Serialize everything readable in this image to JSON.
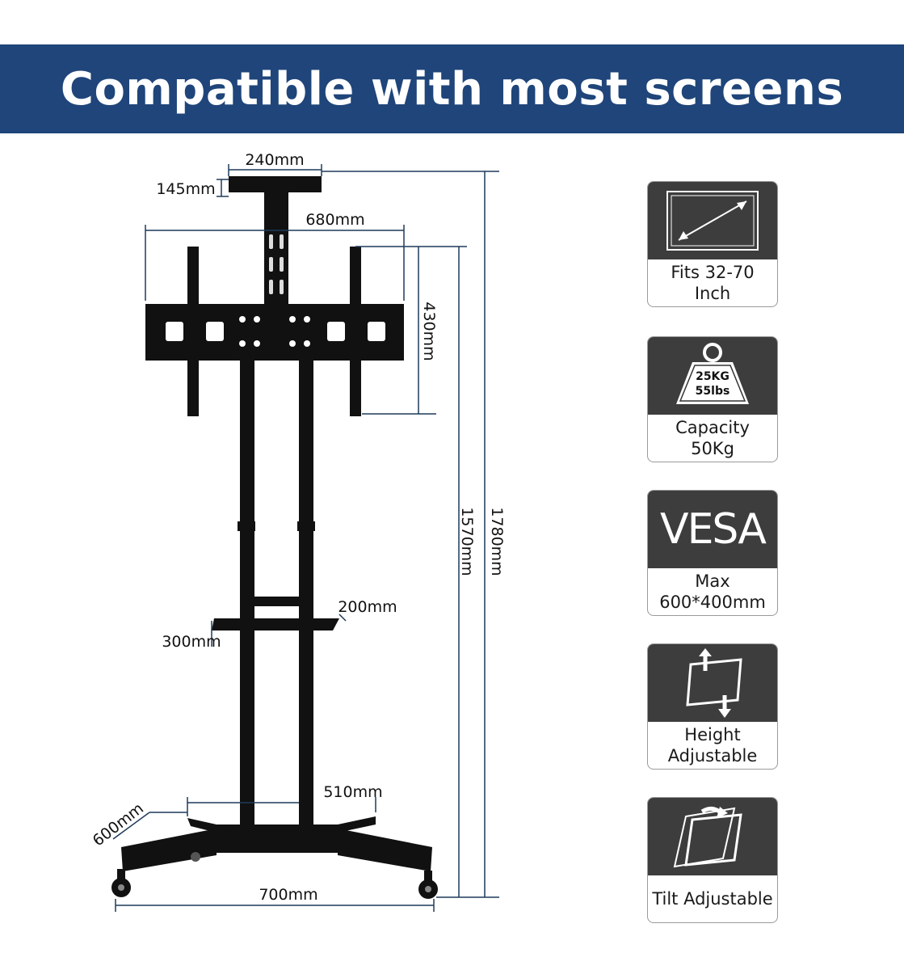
{
  "banner": {
    "title": "Compatible with most screens"
  },
  "dimensions": {
    "top_plate_width": "240mm",
    "top_plate_height": "145mm",
    "mount_width": "680mm",
    "mount_height": "430mm",
    "total_height_1": "1570mm",
    "total_height_2": "1780mm",
    "shelf_depth": "200mm",
    "shelf_width": "300mm",
    "base_inner": "510mm",
    "base_depth": "600mm",
    "base_width": "700mm"
  },
  "features": [
    {
      "icon": "diagonal-screen-icon",
      "label_line1": "Fits 32-70",
      "label_line2": "Inch"
    },
    {
      "icon": "weight-icon",
      "badge_line1": "25KG",
      "badge_line2": "55lbs",
      "label_line1": "Capacity",
      "label_line2": "50Kg"
    },
    {
      "icon": "vesa-icon",
      "icon_text": "VESA",
      "label_line1": "Max",
      "label_line2": "600*400mm"
    },
    {
      "icon": "height-adjust-icon",
      "label_line1": "Height",
      "label_line2": "Adjustable"
    },
    {
      "icon": "tilt-adjust-icon",
      "label_line1": "Tilt Adjustable",
      "label_line2": ""
    }
  ],
  "colors": {
    "banner": "#1f457a",
    "icon_bg": "#3d3d3d",
    "dimension_line": "#1f3a5a"
  }
}
